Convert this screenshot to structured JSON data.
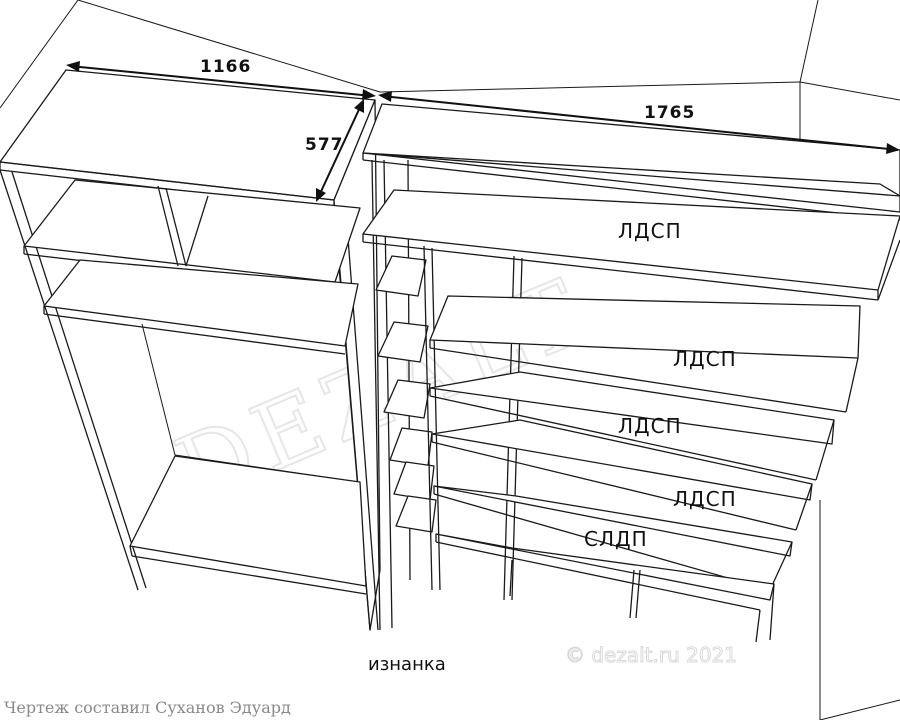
{
  "dimensions": {
    "width_left": "1166",
    "depth": "577",
    "width_right": "1765"
  },
  "materials": {
    "top_panel": "ЛДСП",
    "shelf_1": "ЛДСП",
    "shelf_2": "ЛДСП",
    "shelf_3": "ЛДСП",
    "shelf_4": "СЛДП"
  },
  "notes": {
    "back_side": "изнанка"
  },
  "watermark": {
    "brand": "DEZALT",
    "copyright": "© dezalt.ru 2021"
  },
  "footer": {
    "author": "Чертеж составил Суханов Эдуард"
  }
}
